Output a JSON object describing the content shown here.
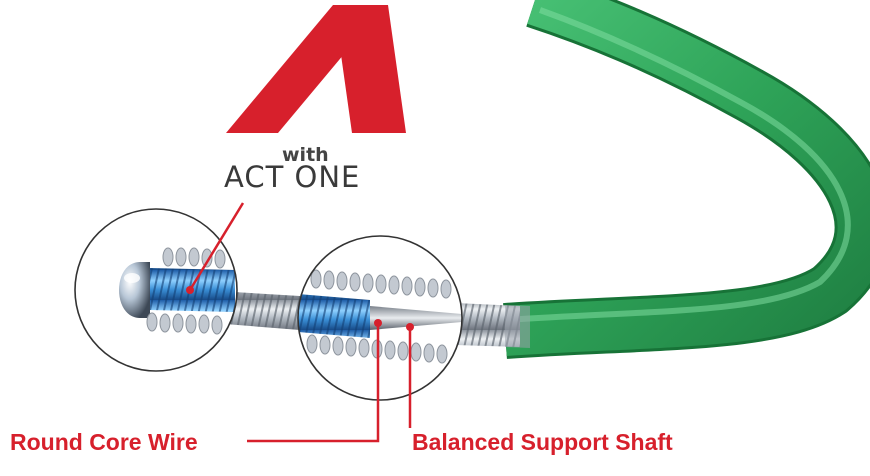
{
  "logo": {
    "with_text": "with",
    "brand_text": "ACT ONE",
    "brand_color": "#d7202c"
  },
  "callouts": {
    "round_core_wire": "Round Core Wire",
    "balanced_support_shaft": "Balanced Support Shaft"
  },
  "colors": {
    "accent_red": "#d7202c",
    "jacket_green": "#2ea358",
    "core_blue": "#3a8fd6",
    "coil_silver": "#b9c0c9"
  }
}
